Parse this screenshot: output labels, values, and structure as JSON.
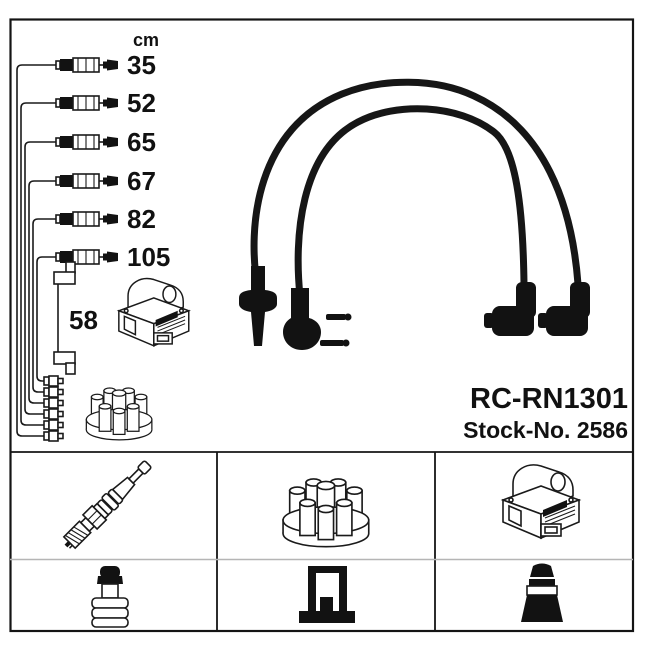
{
  "header": {
    "unit_label": "cm"
  },
  "wires": {
    "lengths": [
      "35",
      "52",
      "65",
      "67",
      "82",
      "105"
    ],
    "coil_wire_length": "58"
  },
  "product": {
    "part_number": "RC-RN1301",
    "stock_label": "Stock-No. 2586"
  },
  "colors": {
    "ink": "#1a1a1a",
    "grid_divider": "#b5b5b5"
  },
  "legend": {
    "row1_icons": [
      "spark-plug-icon",
      "distributor-cap-icon",
      "ignition-coil-icon"
    ],
    "row2_icons": [
      "plug-terminal-icon",
      "coil-bracket-icon",
      "plug-boot-icon"
    ]
  }
}
